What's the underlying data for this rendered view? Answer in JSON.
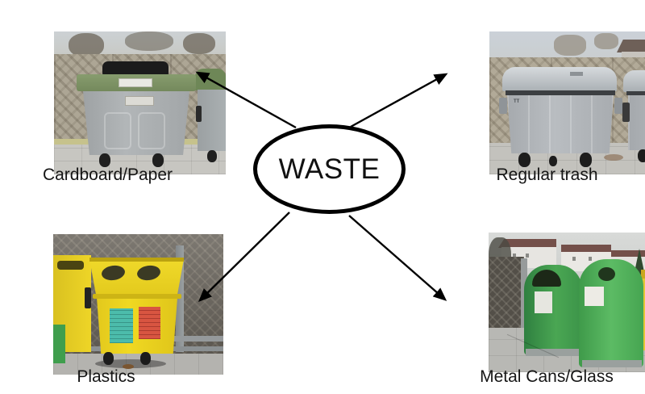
{
  "diagram": {
    "center_label": "WASTE",
    "categories": [
      {
        "id": "cardboard-paper",
        "label": "Cardboard/Paper",
        "position": "top-left"
      },
      {
        "id": "regular-trash",
        "label": "Regular trash",
        "position": "top-right"
      },
      {
        "id": "plastics",
        "label": "Plastics",
        "position": "bottom-left"
      },
      {
        "id": "metal-cans-glass",
        "label": "Metal Cans/Glass",
        "position": "bottom-right"
      }
    ],
    "colors": {
      "line": "#000000",
      "text": "#151515",
      "background": "#ffffff"
    }
  },
  "photos": {
    "regular_trash_bin_logo": "TT"
  }
}
